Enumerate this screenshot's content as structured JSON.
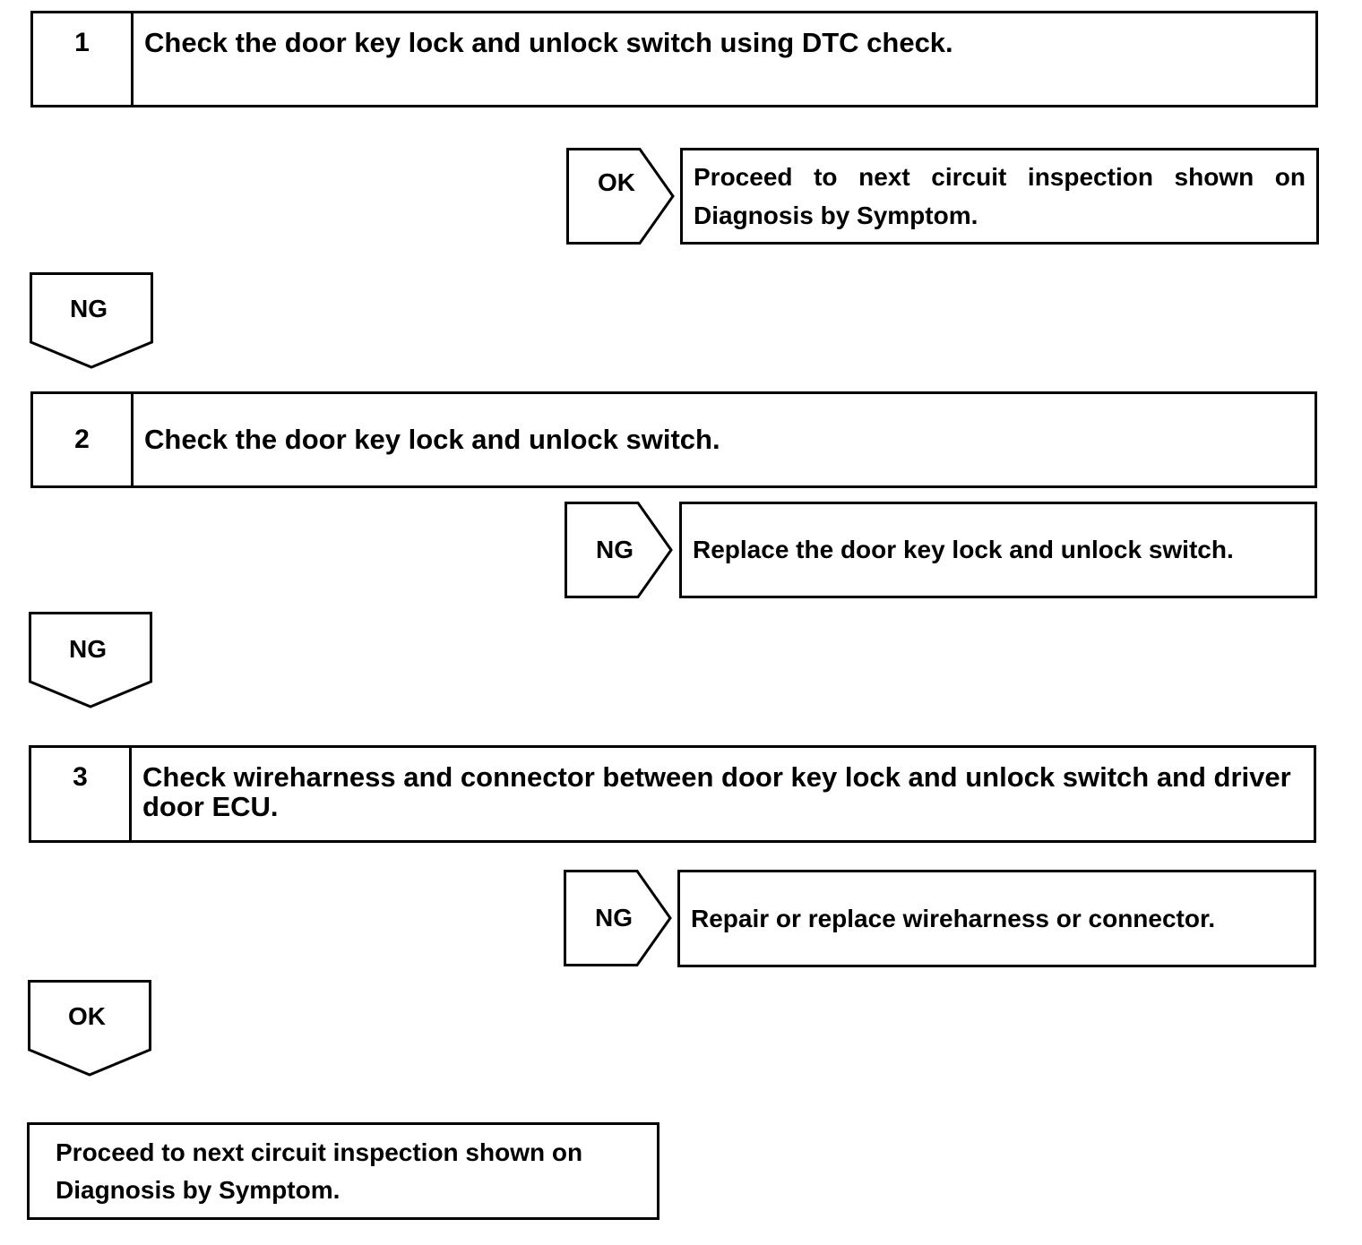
{
  "steps": [
    {
      "number": "1",
      "text": "Check the door key lock and unlock switch using DTC check."
    },
    {
      "number": "2",
      "text": "Check the door key lock and unlock switch."
    },
    {
      "number": "3",
      "text": "Check wireharness and connector between door key lock and unlock switch and driver door ECU."
    }
  ],
  "branches": [
    {
      "label": "OK",
      "result": "Proceed to next circuit inspection shown on Diagnosis by Symptom."
    },
    {
      "label": "NG",
      "result": "Replace the door key lock and unlock switch."
    },
    {
      "label": "NG",
      "result": "Repair or replace wireharness or connector."
    }
  ],
  "down_arrows": [
    "NG",
    "NG",
    "OK"
  ],
  "final_result": "Proceed to next circuit inspection shown on Diagnosis by Symptom."
}
